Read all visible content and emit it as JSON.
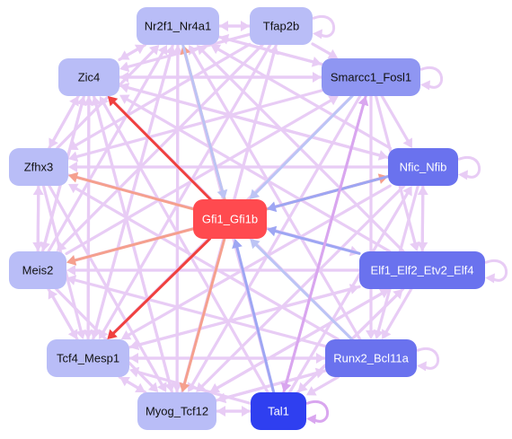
{
  "diagram": {
    "nodes": [
      {
        "id": "nr2f1",
        "label": "Nr2f1_Nr4a1",
        "fill": "#b9bdf7",
        "text_color": "#111111"
      },
      {
        "id": "tfap2b",
        "label": "Tfap2b",
        "fill": "#b9bdf7",
        "text_color": "#111111"
      },
      {
        "id": "zic4",
        "label": "Zic4",
        "fill": "#b9bdf7",
        "text_color": "#111111"
      },
      {
        "id": "smarcc1",
        "label": "Smarcc1_Fosl1",
        "fill": "#8f96f2",
        "text_color": "#111111"
      },
      {
        "id": "zfhx3",
        "label": "Zfhx3",
        "fill": "#b9bdf7",
        "text_color": "#111111"
      },
      {
        "id": "nfic",
        "label": "Nfic_Nfib",
        "fill": "#6a72ee",
        "text_color": "#ffffff"
      },
      {
        "id": "gfi1",
        "label": "Gfi1_Gfi1b",
        "fill": "#ff4a4f",
        "text_color": "#ffffff"
      },
      {
        "id": "meis2",
        "label": "Meis2",
        "fill": "#b9bdf7",
        "text_color": "#111111"
      },
      {
        "id": "elf1",
        "label": "Elf1_Elf2_Etv2_Elf4",
        "fill": "#6a72ee",
        "text_color": "#ffffff"
      },
      {
        "id": "tcf4",
        "label": "Tcf4_Mesp1",
        "fill": "#b9bdf7",
        "text_color": "#111111"
      },
      {
        "id": "runx2",
        "label": "Runx2_Bcl11a",
        "fill": "#6a72ee",
        "text_color": "#ffffff"
      },
      {
        "id": "myog",
        "label": "Myog_Tcf12",
        "fill": "#b9bdf7",
        "text_color": "#111111"
      },
      {
        "id": "tal1",
        "label": "Tal1",
        "fill": "#2f3ff0",
        "text_color": "#ffffff"
      }
    ],
    "edge_colors": {
      "default": "#e8ccf5",
      "strong_purple": "#d9a6ef",
      "red": "#f0413f",
      "salmon": "#f5a08e",
      "blue": "#9ea6f3",
      "light_blue": "#bcc4f5"
    },
    "edges": [
      {
        "from": "gfi1",
        "to": "zic4",
        "color": "red"
      },
      {
        "from": "gfi1",
        "to": "tcf4",
        "color": "red"
      },
      {
        "from": "gfi1",
        "to": "nr2f1",
        "color": "salmon"
      },
      {
        "from": "gfi1",
        "to": "zfhx3",
        "color": "salmon"
      },
      {
        "from": "gfi1",
        "to": "meis2",
        "color": "salmon"
      },
      {
        "from": "gfi1",
        "to": "nfic",
        "color": "salmon"
      },
      {
        "from": "gfi1",
        "to": "myog",
        "color": "salmon"
      },
      {
        "from": "smarcc1",
        "to": "gfi1",
        "color": "light_blue"
      },
      {
        "from": "nfic",
        "to": "gfi1",
        "color": "blue"
      },
      {
        "from": "elf1",
        "to": "gfi1",
        "color": "blue"
      },
      {
        "from": "tal1",
        "to": "gfi1",
        "color": "blue"
      },
      {
        "from": "runx2",
        "to": "gfi1",
        "color": "light_blue"
      },
      {
        "from": "nr2f1",
        "to": "gfi1",
        "color": "light_blue"
      },
      {
        "from": "tfap2b",
        "to": "nr2f1",
        "color": "default"
      },
      {
        "from": "tfap2b",
        "to": "smarcc1",
        "color": "default"
      },
      {
        "from": "tfap2b",
        "to": "zic4",
        "color": "default"
      },
      {
        "from": "tfap2b",
        "to": "tcf4",
        "color": "default"
      },
      {
        "from": "tfap2b",
        "to": "myog",
        "color": "default"
      },
      {
        "from": "tfap2b",
        "to": "zfhx3",
        "color": "default"
      },
      {
        "from": "tfap2b",
        "to": "meis2",
        "color": "default"
      },
      {
        "from": "smarcc1",
        "to": "nr2f1",
        "color": "default"
      },
      {
        "from": "smarcc1",
        "to": "zic4",
        "color": "default"
      },
      {
        "from": "smarcc1",
        "to": "nfic",
        "color": "default"
      },
      {
        "from": "smarcc1",
        "to": "zfhx3",
        "color": "default"
      },
      {
        "from": "smarcc1",
        "to": "tcf4",
        "color": "default"
      },
      {
        "from": "smarcc1",
        "to": "myog",
        "color": "default"
      },
      {
        "from": "smarcc1",
        "to": "tal1",
        "color": "strong_purple"
      },
      {
        "from": "smarcc1",
        "to": "runx2",
        "color": "default"
      },
      {
        "from": "smarcc1",
        "to": "elf1",
        "color": "default"
      },
      {
        "from": "nfic",
        "to": "zic4",
        "color": "default"
      },
      {
        "from": "nfic",
        "to": "nr2f1",
        "color": "default"
      },
      {
        "from": "nfic",
        "to": "zfhx3",
        "color": "default"
      },
      {
        "from": "nfic",
        "to": "meis2",
        "color": "default"
      },
      {
        "from": "nfic",
        "to": "tcf4",
        "color": "default"
      },
      {
        "from": "nfic",
        "to": "myog",
        "color": "default"
      },
      {
        "from": "nfic",
        "to": "runx2",
        "color": "default"
      },
      {
        "from": "nfic",
        "to": "elf1",
        "color": "default"
      },
      {
        "from": "elf1",
        "to": "nfic",
        "color": "default"
      },
      {
        "from": "elf1",
        "to": "zic4",
        "color": "default"
      },
      {
        "from": "elf1",
        "to": "nr2f1",
        "color": "default"
      },
      {
        "from": "elf1",
        "to": "zfhx3",
        "color": "default"
      },
      {
        "from": "elf1",
        "to": "meis2",
        "color": "default"
      },
      {
        "from": "elf1",
        "to": "tcf4",
        "color": "default"
      },
      {
        "from": "elf1",
        "to": "myog",
        "color": "default"
      },
      {
        "from": "elf1",
        "to": "tal1",
        "color": "default"
      },
      {
        "from": "elf1",
        "to": "runx2",
        "color": "default"
      },
      {
        "from": "runx2",
        "to": "myog",
        "color": "default"
      },
      {
        "from": "runx2",
        "to": "tcf4",
        "color": "default"
      },
      {
        "from": "runx2",
        "to": "tal1",
        "color": "default"
      },
      {
        "from": "runx2",
        "to": "nr2f1",
        "color": "default"
      },
      {
        "from": "runx2",
        "to": "zic4",
        "color": "default"
      },
      {
        "from": "runx2",
        "to": "meis2",
        "color": "default"
      },
      {
        "from": "runx2",
        "to": "zfhx3",
        "color": "default"
      },
      {
        "from": "tal1",
        "to": "myog",
        "color": "default"
      },
      {
        "from": "tal1",
        "to": "smarcc1",
        "color": "strong_purple"
      },
      {
        "from": "tal1",
        "to": "nr2f1",
        "color": "default"
      },
      {
        "from": "tal1",
        "to": "tcf4",
        "color": "default"
      },
      {
        "from": "tal1",
        "to": "zic4",
        "color": "default"
      },
      {
        "from": "tal1",
        "to": "elf1",
        "color": "default"
      },
      {
        "from": "tal1",
        "to": "nfic",
        "color": "default"
      },
      {
        "from": "zic4",
        "to": "nr2f1",
        "color": "default"
      },
      {
        "from": "zic4",
        "to": "smarcc1",
        "color": "default"
      },
      {
        "from": "zic4",
        "to": "tcf4",
        "color": "default"
      },
      {
        "from": "zic4",
        "to": "myog",
        "color": "default"
      },
      {
        "from": "zic4",
        "to": "meis2",
        "color": "default"
      },
      {
        "from": "zic4",
        "to": "zfhx3",
        "color": "default"
      },
      {
        "from": "zic4",
        "to": "nfic",
        "color": "default"
      },
      {
        "from": "nr2f1",
        "to": "tfap2b",
        "color": "default"
      },
      {
        "from": "nr2f1",
        "to": "zic4",
        "color": "default"
      },
      {
        "from": "nr2f1",
        "to": "myog",
        "color": "default"
      },
      {
        "from": "nr2f1",
        "to": "tcf4",
        "color": "default"
      },
      {
        "from": "nr2f1",
        "to": "smarcc1",
        "color": "default"
      },
      {
        "from": "zfhx3",
        "to": "meis2",
        "color": "default"
      },
      {
        "from": "zfhx3",
        "to": "tcf4",
        "color": "default"
      },
      {
        "from": "zfhx3",
        "to": "zic4",
        "color": "default"
      },
      {
        "from": "zfhx3",
        "to": "nr2f1",
        "color": "default"
      },
      {
        "from": "zfhx3",
        "to": "myog",
        "color": "default"
      },
      {
        "from": "zfhx3",
        "to": "elf1",
        "color": "default"
      },
      {
        "from": "meis2",
        "to": "zfhx3",
        "color": "default"
      },
      {
        "from": "meis2",
        "to": "tcf4",
        "color": "default"
      },
      {
        "from": "meis2",
        "to": "zic4",
        "color": "default"
      },
      {
        "from": "meis2",
        "to": "nr2f1",
        "color": "default"
      },
      {
        "from": "meis2",
        "to": "myog",
        "color": "default"
      },
      {
        "from": "meis2",
        "to": "smarcc1",
        "color": "default"
      },
      {
        "from": "tcf4",
        "to": "myog",
        "color": "default"
      },
      {
        "from": "tcf4",
        "to": "meis2",
        "color": "default"
      },
      {
        "from": "tcf4",
        "to": "zic4",
        "color": "default"
      },
      {
        "from": "tcf4",
        "to": "nr2f1",
        "color": "default"
      },
      {
        "from": "tcf4",
        "to": "runx2",
        "color": "default"
      },
      {
        "from": "tcf4",
        "to": "elf1",
        "color": "default"
      },
      {
        "from": "myog",
        "to": "tal1",
        "color": "default"
      },
      {
        "from": "myog",
        "to": "tcf4",
        "color": "default"
      },
      {
        "from": "myog",
        "to": "runx2",
        "color": "default"
      },
      {
        "from": "myog",
        "to": "nr2f1",
        "color": "default"
      },
      {
        "from": "myog",
        "to": "zic4",
        "color": "default"
      },
      {
        "from": "myog",
        "to": "elf1",
        "color": "default"
      },
      {
        "from": "myog",
        "to": "tfap2b",
        "color": "default"
      }
    ],
    "self_loops": [
      {
        "node": "tfap2b",
        "color": "default"
      },
      {
        "node": "smarcc1",
        "color": "default"
      },
      {
        "node": "nfic",
        "color": "default"
      },
      {
        "node": "elf1",
        "color": "default"
      },
      {
        "node": "runx2",
        "color": "default"
      },
      {
        "node": "tal1",
        "color": "strong_purple"
      }
    ]
  }
}
